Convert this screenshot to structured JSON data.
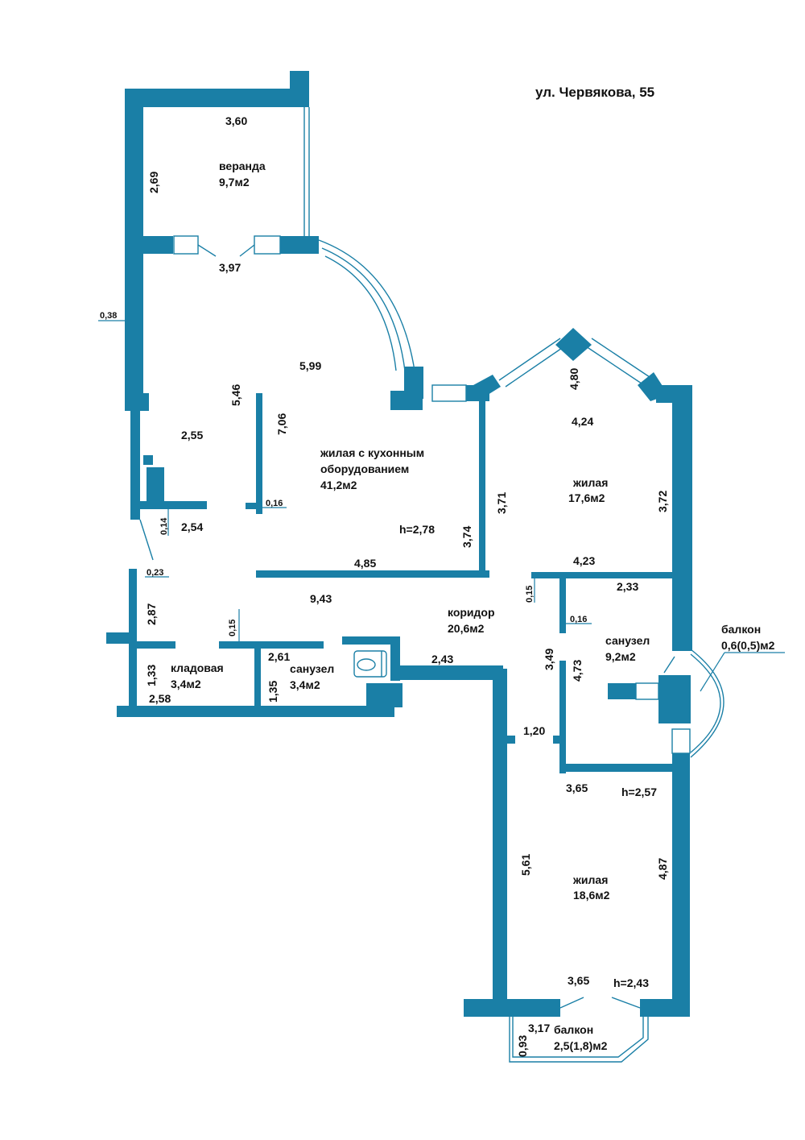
{
  "address": "ул. Червякова, 55",
  "rooms": {
    "veranda": {
      "name": "веранда",
      "area": "9,7м2"
    },
    "living_kitchen": {
      "name_1": "жилая с кухонным",
      "name_2": "оборудованием",
      "area": "41,2м2",
      "height": "h=2,78"
    },
    "living_right": {
      "name": "жилая",
      "area": "17,6м2"
    },
    "corridor": {
      "name": "коридор",
      "area": "20,6м2"
    },
    "storage": {
      "name": "кладовая",
      "area": "3,4м2"
    },
    "bath_small": {
      "name": "санузел",
      "area": "3,4м2"
    },
    "bath_right": {
      "name": "санузел",
      "area": "9,2м2",
      "height": "h=2,57"
    },
    "balcony_right": {
      "name": "балкон",
      "area": "0,6(0,5)м2"
    },
    "living_bottom": {
      "name": "жилая",
      "area": "18,6м2",
      "height": "h=2,43"
    },
    "balcony_bottom": {
      "name": "балкон",
      "area": "2,5(1,8)м2"
    }
  },
  "dimensions": {
    "d360": "3,60",
    "d269": "2,69",
    "d397": "3,97",
    "d038": "0,38",
    "d599": "5,99",
    "d546": "5,46",
    "d706": "7,06",
    "d255": "2,55",
    "d016a": "0,16",
    "d254": "2,54",
    "d014": "0,14",
    "d023": "0,23",
    "d485": "4,85",
    "d374": "3,74",
    "d371": "3,71",
    "d480": "4,80",
    "d424": "4,24",
    "d372": "3,72",
    "d423": "4,23",
    "d015a": "0,15",
    "d233": "2,33",
    "d016b": "0,16",
    "d943": "9,43",
    "d287": "2,87",
    "d015b": "0,15",
    "d261": "2,61",
    "d133": "1,33",
    "d135": "1,35",
    "d258": "2,58",
    "d243": "2,43",
    "d349": "3,49",
    "d473": "4,73",
    "d120": "1,20",
    "d365a": "3,65",
    "d561": "5,61",
    "d487": "4,87",
    "d365b": "3,65",
    "d317": "3,17",
    "d093": "0,93"
  }
}
